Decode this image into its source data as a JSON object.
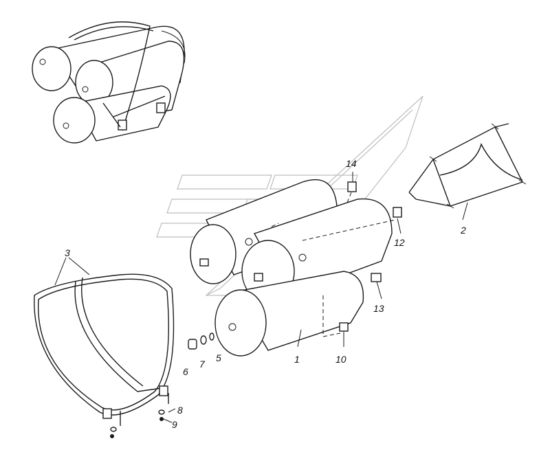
{
  "callouts": [
    {
      "id": "1",
      "label": "1"
    },
    {
      "id": "2",
      "label": "2"
    },
    {
      "id": "3",
      "label": "3"
    },
    {
      "id": "5",
      "label": "5"
    },
    {
      "id": "6",
      "label": "6"
    },
    {
      "id": "7",
      "label": "7"
    },
    {
      "id": "8",
      "label": "8"
    },
    {
      "id": "9",
      "label": "9"
    },
    {
      "id": "10",
      "label": "10"
    },
    {
      "id": "12",
      "label": "12"
    },
    {
      "id": "13",
      "label": "13"
    },
    {
      "id": "14",
      "label": "14"
    }
  ],
  "colors": {
    "line": "#1a1a1a",
    "watermark": "#bdbdbd",
    "background": "#ffffff"
  }
}
